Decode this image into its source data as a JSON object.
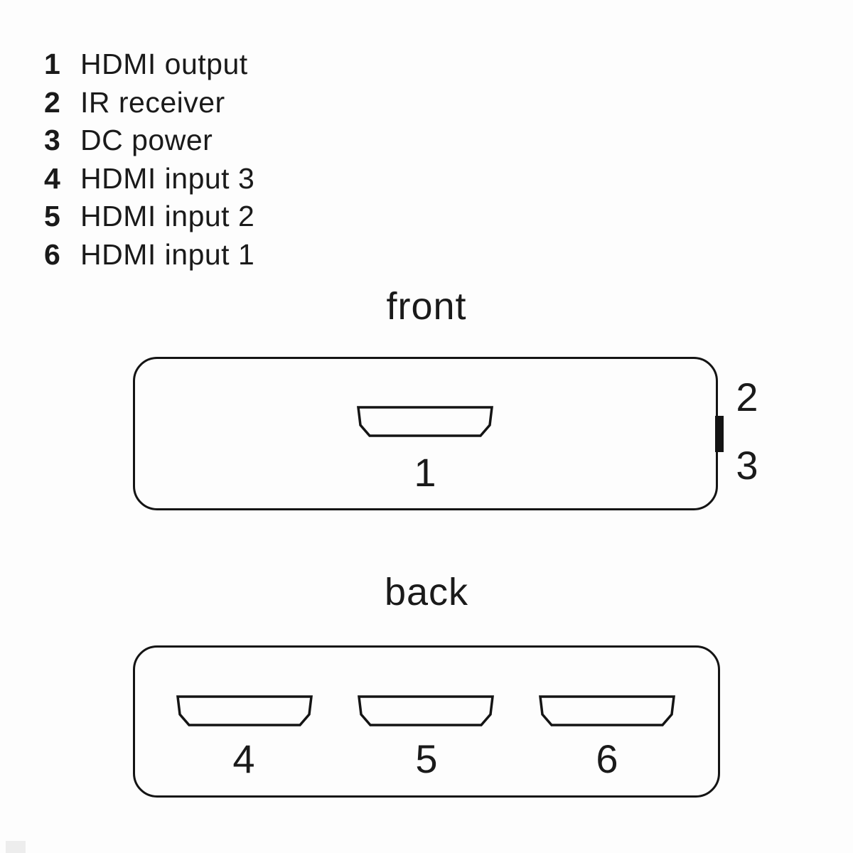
{
  "page": {
    "background": "#fdfdfd",
    "ink": "#141414"
  },
  "legend": {
    "items": [
      {
        "num": "1",
        "label": "HDMI output"
      },
      {
        "num": "2",
        "label": "IR receiver"
      },
      {
        "num": "3",
        "label": "DC power"
      },
      {
        "num": "4",
        "label": "HDMI input 3"
      },
      {
        "num": "5",
        "label": "HDMI input 2"
      },
      {
        "num": "6",
        "label": "HDMI input 1"
      }
    ]
  },
  "front_view": {
    "title": "front",
    "output_port_label": "1",
    "ir_receiver_label": "2",
    "dc_power_label": "3"
  },
  "back_view": {
    "title": "back",
    "input_port_labels": [
      "4",
      "5",
      "6"
    ]
  }
}
